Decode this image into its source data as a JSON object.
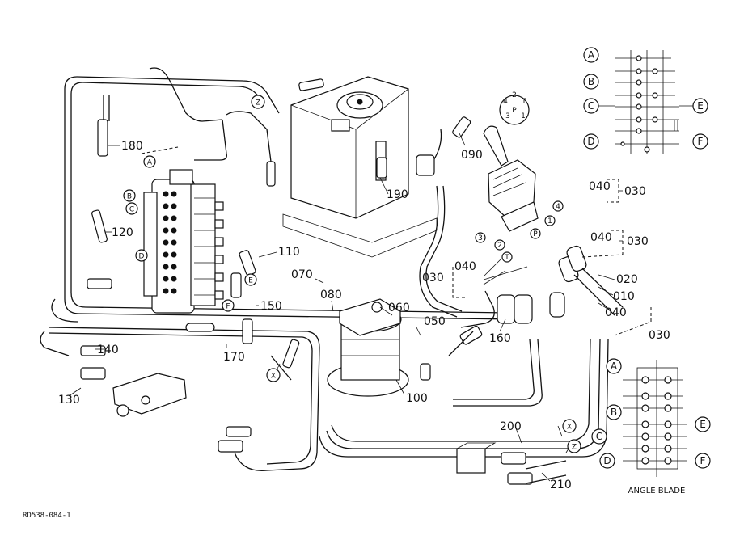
{
  "diagram": {
    "reference_code": "RD538-084-1",
    "part_numbers": [
      "180",
      "120",
      "110",
      "150",
      "170",
      "140",
      "130",
      "190",
      "090",
      "070",
      "080",
      "060",
      "050",
      "100",
      "160",
      "040",
      "030",
      "020",
      "010",
      "200",
      "210"
    ],
    "circle_letters": [
      "A",
      "B",
      "C",
      "D",
      "E",
      "F",
      "X",
      "Z"
    ],
    "port_letters": [
      "P",
      "T",
      "1",
      "2",
      "3",
      "4"
    ],
    "inset_top": {
      "labels": [
        "A",
        "B",
        "C",
        "D",
        "E",
        "F"
      ]
    },
    "inset_bottom": {
      "labels": [
        "A",
        "B",
        "C",
        "D",
        "E",
        "F"
      ],
      "caption": "ANGLE BLADE"
    }
  }
}
